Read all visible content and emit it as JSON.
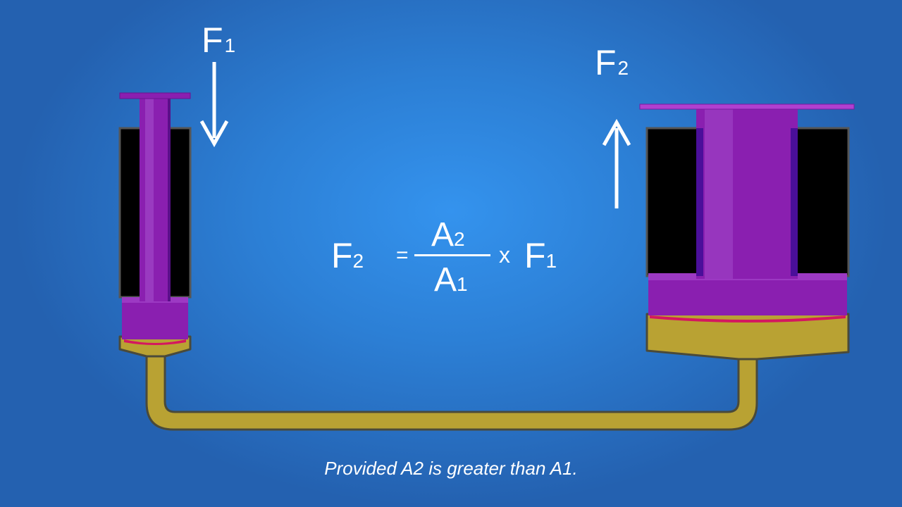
{
  "labels": {
    "force_in": {
      "main": "F",
      "sub": "1"
    },
    "force_out": {
      "main": "F",
      "sub": "2"
    }
  },
  "formula": {
    "lhs": {
      "main": "F",
      "sub": "2"
    },
    "equals": "=",
    "numerator": {
      "main": "A",
      "sub": "2"
    },
    "denominator": {
      "main": "A",
      "sub": "1"
    },
    "times": "x",
    "rhs": {
      "main": "F",
      "sub": "1"
    }
  },
  "caption": "Provided A2 is greater than A1.",
  "colors": {
    "background": "#2c7fd5",
    "fluid": "#b9a233",
    "piston": "#8a1fb0",
    "cylinder_wall": "#000000",
    "arrow": "#ffffff"
  }
}
